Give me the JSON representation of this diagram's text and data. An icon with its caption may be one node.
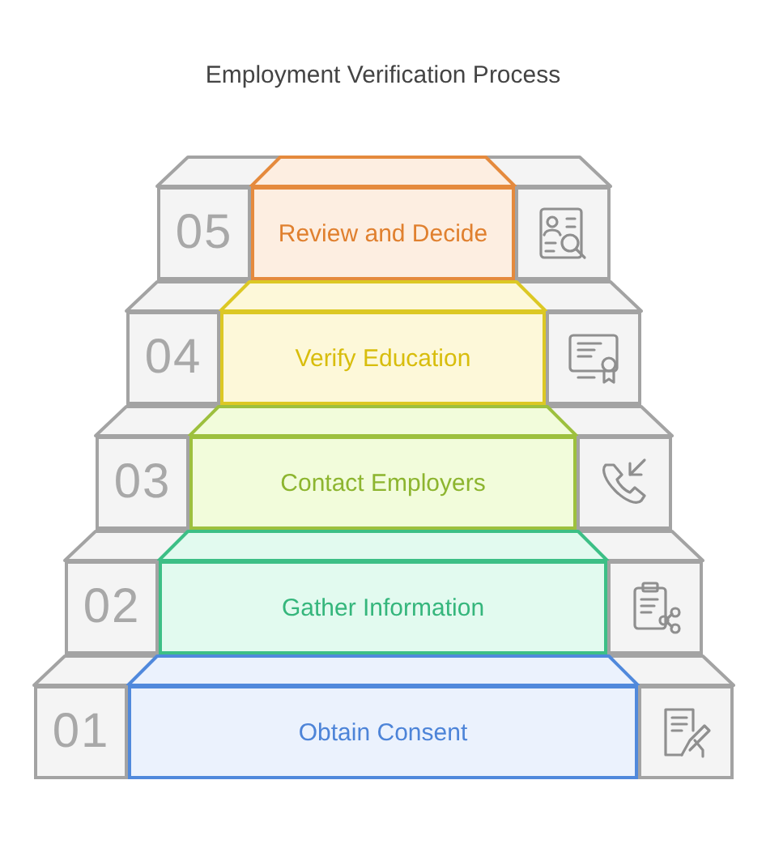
{
  "diagram": {
    "title": "Employment Verification Process",
    "nodes": [
      {
        "text": [
          "05"
        ]
      },
      {
        "text": [
          "Review and Decide"
        ]
      },
      {
        "text": [
          "04"
        ]
      },
      {
        "text": [
          "Verify Education"
        ]
      },
      {
        "text": [
          "03"
        ]
      },
      {
        "text": [
          "Contact Employers"
        ]
      },
      {
        "text": [
          "02"
        ]
      },
      {
        "text": [
          "Gather Information"
        ]
      },
      {
        "text": [
          "01"
        ]
      },
      {
        "text": [
          "Obtain Consent"
        ]
      }
    ]
  }
}
